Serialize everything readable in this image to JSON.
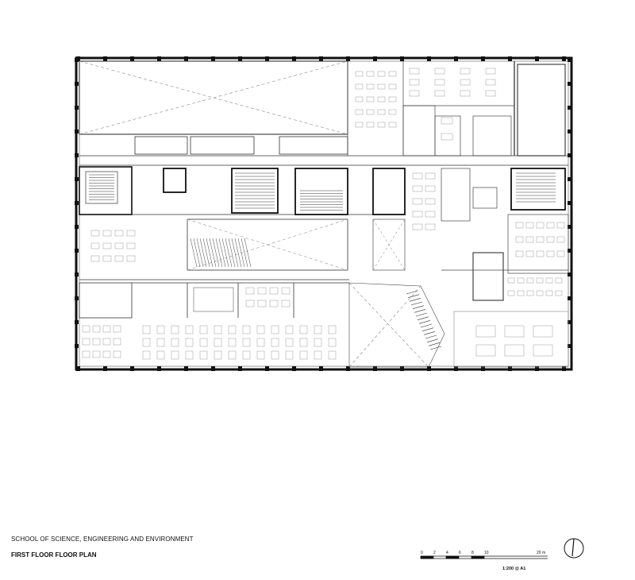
{
  "captions": {
    "school": "SCHOOL OF SCIENCE, ENGINEERING AND ENVIRONMENT",
    "title": "FIRST FLOOR FLOOR PLAN",
    "scale_ratio": "1:200 @ A1"
  },
  "scale_bar": {
    "ticks": [
      "0",
      "2",
      "4",
      "6",
      "8",
      "10",
      "20 m"
    ]
  },
  "north_arrow": {
    "icon": "north-arrow-icon"
  },
  "colors": {
    "line": "#1a1a1a",
    "light_line": "#9a9a9a",
    "wall_fill": "#111111"
  }
}
